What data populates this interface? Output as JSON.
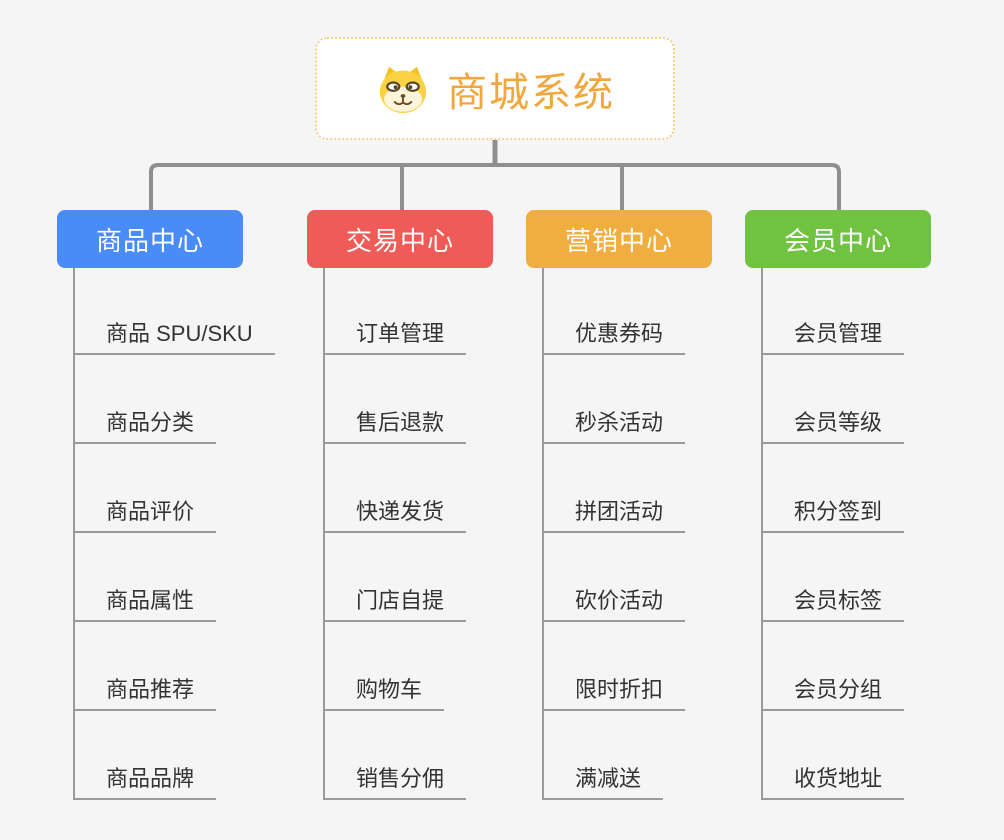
{
  "theme": {
    "background": "#f5f5f6",
    "connector_color": "#8f8f8f",
    "branch_line_color": "#9a9a9a",
    "leaf_text_color": "#333333"
  },
  "root": {
    "title": "商城系统",
    "icon": "dog-face-icon",
    "title_color": "#f0a73e",
    "border_color": "#f6cd88"
  },
  "branches": [
    {
      "label": "商品中心",
      "color": "#4a8cf7",
      "items": [
        "商品 SPU/SKU",
        "商品分类",
        "商品评价",
        "商品属性",
        "商品推荐",
        "商品品牌"
      ]
    },
    {
      "label": "交易中心",
      "color": "#ef5b56",
      "items": [
        "订单管理",
        "售后退款",
        "快递发货",
        "门店自提",
        "购物车",
        "销售分佣"
      ]
    },
    {
      "label": "营销中心",
      "color": "#efae3f",
      "items": [
        "优惠券码",
        "秒杀活动",
        "拼团活动",
        "砍价活动",
        "限时折扣",
        "满减送"
      ]
    },
    {
      "label": "会员中心",
      "color": "#70c241",
      "items": [
        "会员管理",
        "会员等级",
        "积分签到",
        "会员标签",
        "会员分组",
        "收货地址"
      ]
    }
  ]
}
